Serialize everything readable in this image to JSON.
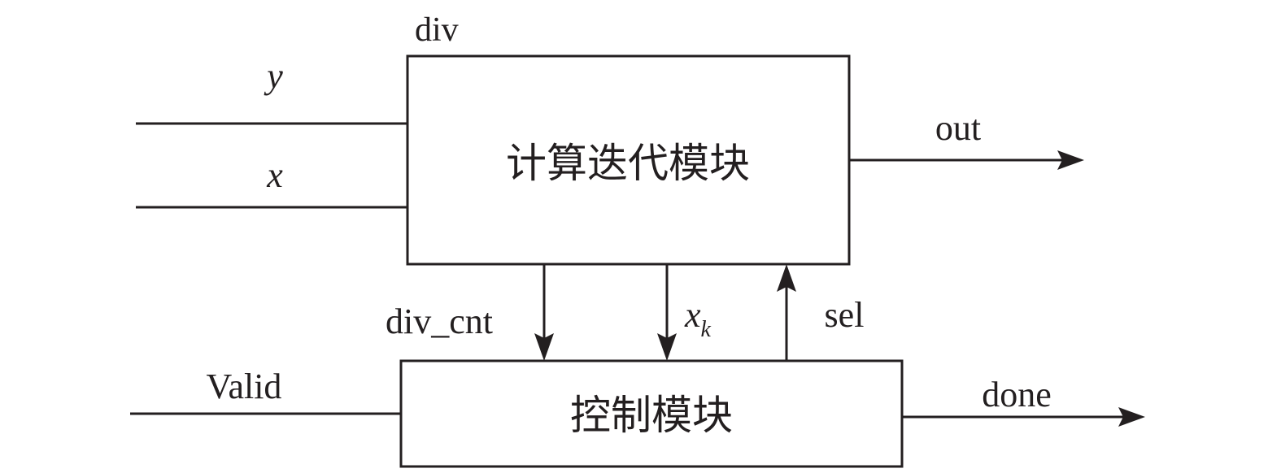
{
  "diagram": {
    "compute_module": {
      "name": "div",
      "label": "计算迭代模块"
    },
    "control_module": {
      "label": "控制模块"
    },
    "signals": {
      "y": "y",
      "x": "x",
      "out": "out",
      "div_cnt": "div_cnt",
      "xk_base": "x",
      "xk_sub": "k",
      "sel": "sel",
      "valid": "Valid",
      "done": "done"
    }
  }
}
